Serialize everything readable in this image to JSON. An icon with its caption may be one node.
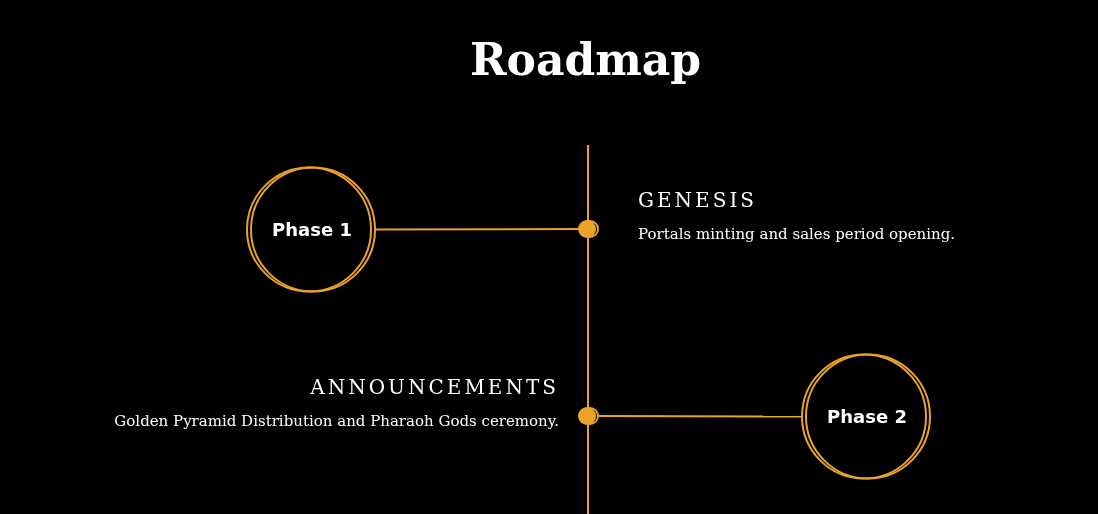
{
  "diagram": {
    "title": "Roadmap",
    "nodes": [
      {
        "text": [
          "Phase 1"
        ]
      },
      {
        "text": [],
        "shape": "circle",
        "beside": [
          "GENESIS",
          "Portals minting and sales period opening."
        ]
      },
      {
        "text": [
          "Phase 2"
        ]
      },
      {
        "text": [],
        "shape": "circle",
        "beside": [
          "ANNOUNCEMENTS",
          "Golden Pyramid Distribution and Pharaoh Gods ceremony."
        ]
      }
    ],
    "edges": [
      {
        "from": 0,
        "to": 1,
        "arrow": "none"
      },
      {
        "from": 3,
        "to": 2,
        "arrow": "none"
      },
      {
        "from": null,
        "to": 1,
        "arrow": "none"
      },
      {
        "from": 1,
        "to": 3,
        "arrow": "none"
      },
      {
        "from": 3,
        "to": null,
        "arrow": "none"
      }
    ]
  }
}
